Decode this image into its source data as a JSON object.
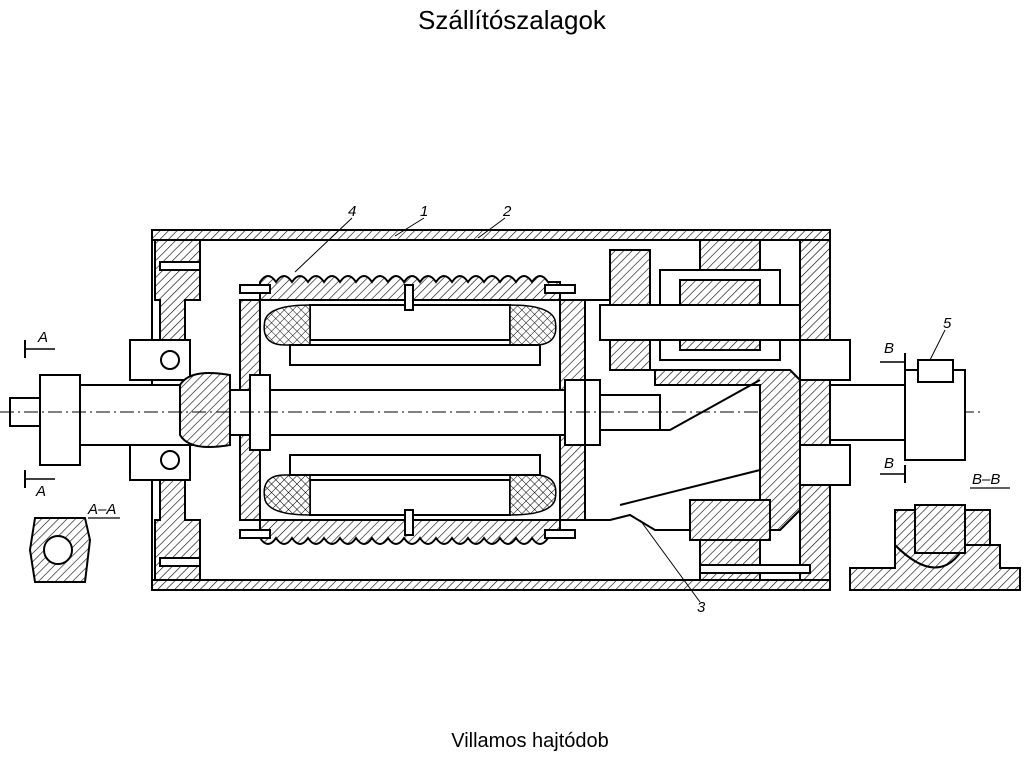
{
  "title": "Szállítószalagok",
  "caption": "Villamos hajtódob",
  "labels": {
    "l1": "1",
    "l2": "2",
    "l3": "3",
    "l4": "4",
    "l5": "5",
    "sectionA_top": "A",
    "sectionA_bottom": "A",
    "sectionB_top": "B",
    "sectionB_bottom": "B",
    "sectionAA": "A–A",
    "sectionBB": "B–B"
  }
}
